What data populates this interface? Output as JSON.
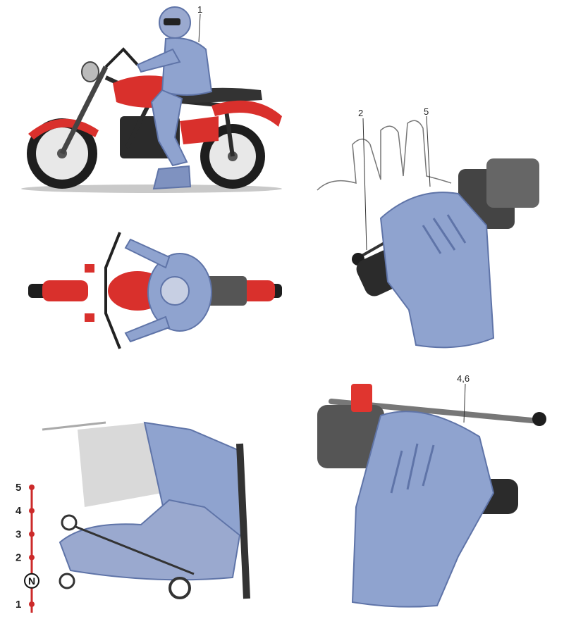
{
  "callouts": {
    "rider": "1",
    "clutch_lever_left": "2",
    "clutch_hand": "5",
    "front_brake_throttle": "4,6"
  },
  "gear_scale": {
    "labels": [
      "5",
      "4",
      "3",
      "2",
      "N",
      "1"
    ]
  },
  "colors": {
    "bike_red": "#d9302c",
    "rider_blue": "#8fa3cf",
    "rider_blue_dark": "#5f74a8",
    "metal_dark": "#2b2b2b",
    "tire": "#1e1e1e",
    "switch_red": "#e0352f",
    "scale_red": "#cc2a2a"
  }
}
